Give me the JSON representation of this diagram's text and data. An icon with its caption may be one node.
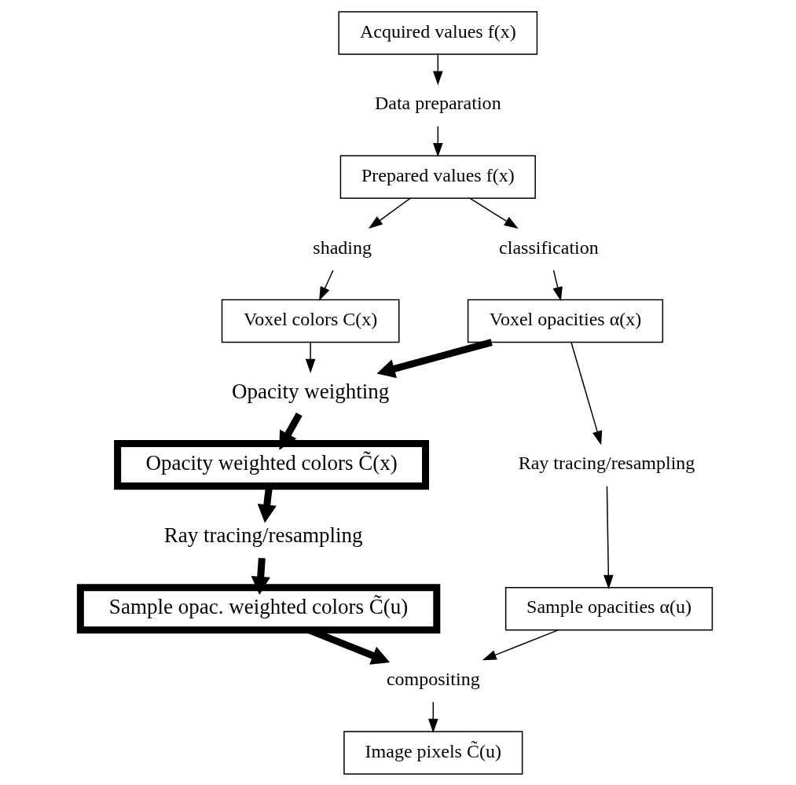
{
  "diagram": {
    "nodes": [
      {
        "text": [
          "Acquired values f(x)"
        ]
      },
      {
        "text": [
          "Data preparation"
        ]
      },
      {
        "text": [
          "Prepared values f(x)"
        ]
      },
      {
        "text": [
          "shading"
        ]
      },
      {
        "text": [
          "classification"
        ]
      },
      {
        "text": [
          "Voxel colors C(x)"
        ]
      },
      {
        "text": [
          "Voxel opacities α(x)"
        ]
      },
      {
        "text": [
          "Opacity weighting"
        ]
      },
      {
        "text": [
          "Opacity weighted colors C̃(x)"
        ]
      },
      {
        "text": [
          "Ray tracing/resampling"
        ]
      },
      {
        "text": [
          "Ray tracing/resampling"
        ]
      },
      {
        "text": [
          "Sample opac. weighted colors C̃(u)"
        ]
      },
      {
        "text": [
          "Sample opacities α(u)"
        ]
      },
      {
        "text": [
          "compositing"
        ]
      },
      {
        "text": [
          "Image pixels C̃(u)"
        ]
      }
    ],
    "edges": [
      {
        "from": 0,
        "to": 1,
        "arrow": "to"
      },
      {
        "from": 1,
        "to": 2,
        "arrow": "to"
      },
      {
        "from": 2,
        "to": 3,
        "arrow": "to"
      },
      {
        "from": 2,
        "to": 4,
        "arrow": "to"
      },
      {
        "from": 3,
        "to": 5,
        "arrow": "to"
      },
      {
        "from": 4,
        "to": 6,
        "arrow": "to"
      },
      {
        "from": 5,
        "to": 7,
        "arrow": "to"
      },
      {
        "from": 6,
        "to": 7,
        "arrow": "to",
        "style": "thick"
      },
      {
        "from": 7,
        "to": 8,
        "arrow": "to",
        "style": "thick"
      },
      {
        "from": 8,
        "to": 9,
        "arrow": "to",
        "style": "thick"
      },
      {
        "from": 9,
        "to": 11,
        "arrow": "to",
        "style": "thick"
      },
      {
        "from": 6,
        "to": 10,
        "arrow": "to"
      },
      {
        "from": 10,
        "to": 12,
        "arrow": "to"
      },
      {
        "from": 11,
        "to": 13,
        "arrow": "to",
        "style": "thick"
      },
      {
        "from": 12,
        "to": 13,
        "arrow": "to"
      },
      {
        "from": 13,
        "to": 14,
        "arrow": "to"
      }
    ]
  }
}
